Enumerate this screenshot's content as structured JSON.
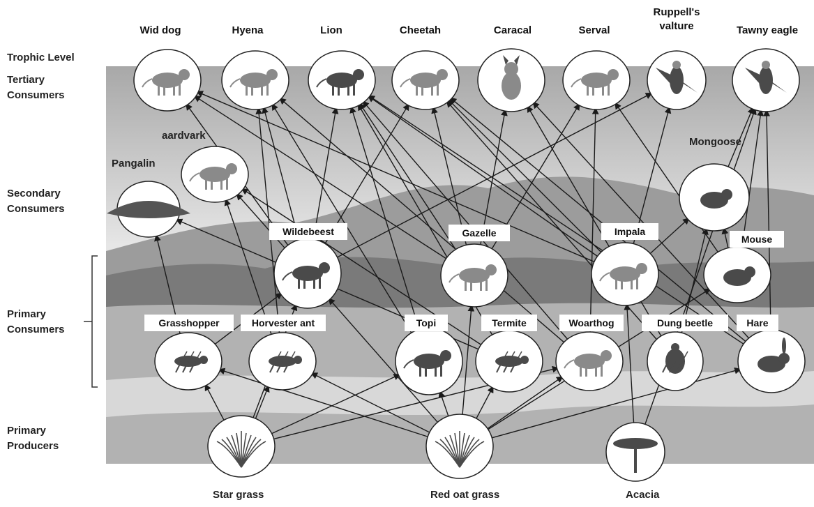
{
  "levels": {
    "trophic": "Trophic Level",
    "tertiary_1": "Tertiary",
    "tertiary_2": "Consumers",
    "secondary_1": "Secondary",
    "secondary_2": "Consumers",
    "primary_cons_1": "Primary",
    "primary_cons_2": "Consumers",
    "producers_1": "Primary",
    "producers_2": "Producers"
  },
  "tertiary": {
    "wild_dog": "Wid dog",
    "hyena": "Hyena",
    "lion": "Lion",
    "cheetah": "Cheetah",
    "caracal": "Caracal",
    "serval": "Serval",
    "vulture_1": "Ruppell's",
    "vulture_2": "valture",
    "eagle": "Tawny eagle"
  },
  "secondary": {
    "aardvark": "aardvark",
    "pangolin": "Pangalin",
    "mongoose": "Mongoose"
  },
  "grazers": {
    "wildebeest": "Wildebeest",
    "gazelle": "Gazelle",
    "impala": "Impala",
    "mouse": "Mouse"
  },
  "primary": {
    "grasshopper": "Grasshopper",
    "ant": "Horvester ant",
    "topi": "Topi",
    "termite": "Termite",
    "warthog": "Woarthog",
    "dung_beetle": "Dung beetle",
    "hare": "Hare"
  },
  "producers": {
    "star_grass": "Star grass",
    "red_oat": "Red oat grass",
    "acacia": "Acacia"
  },
  "icons": {
    "wild_dog": "wild-dog-icon",
    "hyena": "hyena-icon",
    "lion": "lion-icon",
    "cheetah": "cheetah-icon",
    "caracal": "caracal-icon",
    "serval": "serval-icon",
    "vulture": "vulture-icon",
    "eagle": "eagle-icon",
    "aardvark": "aardvark-icon",
    "pangolin": "pangolin-icon",
    "mongoose": "mongoose-icon",
    "wildebeest": "wildebeest-icon",
    "gazelle": "gazelle-icon",
    "impala": "impala-icon",
    "mouse": "mouse-icon",
    "grasshopper": "grasshopper-icon",
    "ant": "ant-icon",
    "topi": "topi-icon",
    "termite": "termite-icon",
    "warthog": "warthog-icon",
    "dung_beetle": "beetle-icon",
    "hare": "hare-icon",
    "star_grass": "grass-icon",
    "red_oat": "grass-icon",
    "acacia": "tree-icon"
  },
  "colors": {
    "arrow": "#1a1a1a",
    "sky_top": "#b9b9b9",
    "sky_bottom": "#e4e4e4",
    "hills": "#7d7d7d",
    "ground": "#a9a9a9"
  }
}
